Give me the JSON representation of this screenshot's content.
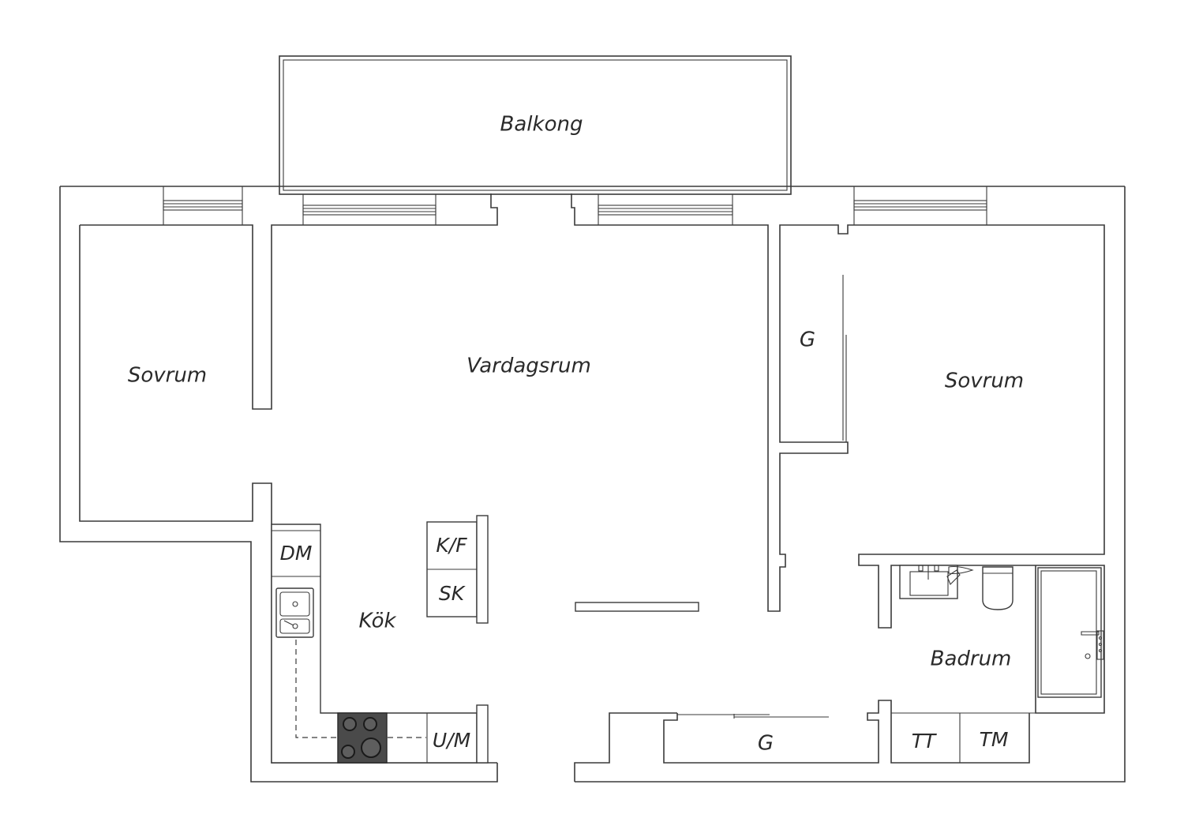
{
  "floorplan": {
    "rooms": {
      "balcony": "Balkong",
      "bedroom_left": "Sovrum",
      "living_room": "Vardagsrum",
      "wardrobe_right": "G",
      "bedroom_right": "Sovrum",
      "kitchen": "Kök",
      "bathroom": "Badrum",
      "wardrobe_bottom": "G"
    },
    "appliances": {
      "dishwasher": "DM",
      "fridge_freezer": "K/F",
      "cabinet": "SK",
      "oven_microwave": "U/M",
      "dryer": "TT",
      "washer": "TM"
    },
    "icons": [
      "sink-icon",
      "stove-icon",
      "toilet-icon",
      "bathtub-icon",
      "washbasin-icon",
      "window-icon"
    ],
    "colors": {
      "wall": "#3a3a3a",
      "background": "#ffffff",
      "stove": "#4a4a4a"
    }
  }
}
